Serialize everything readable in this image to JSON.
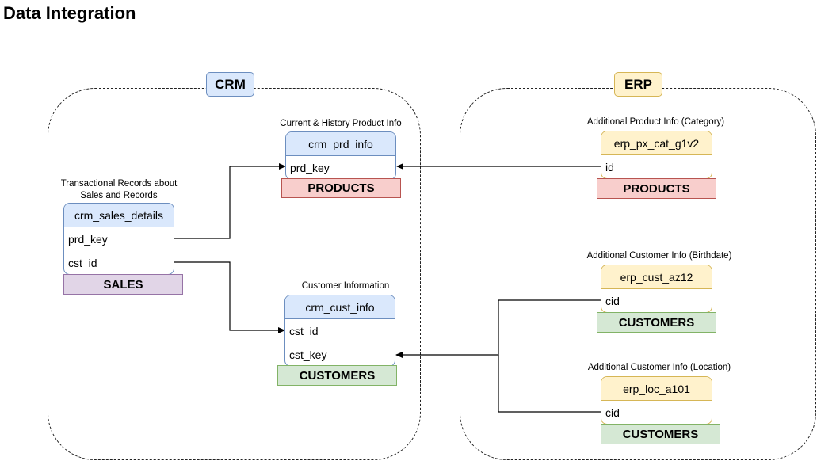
{
  "title": "Data Integration",
  "groups": {
    "crm": {
      "label": "CRM"
    },
    "erp": {
      "label": "ERP"
    }
  },
  "tables": {
    "crm_prd_info": {
      "caption": "Current & History Product Info",
      "name": "crm_prd_info",
      "fields": [
        "prd_key"
      ],
      "tag": "PRODUCTS"
    },
    "crm_sales_details": {
      "caption": "Transactional Records about Sales and Records",
      "name": "crm_sales_details",
      "fields": [
        "prd_key",
        "cst_id"
      ],
      "tag": "SALES"
    },
    "crm_cust_info": {
      "caption": "Customer Information",
      "name": "crm_cust_info",
      "fields": [
        "cst_id",
        "cst_key"
      ],
      "tag": "CUSTOMERS"
    },
    "erp_px_cat_g1v2": {
      "caption": "Additional Product Info (Category)",
      "name": "erp_px_cat_g1v2",
      "fields": [
        "id"
      ],
      "tag": "PRODUCTS"
    },
    "erp_cust_az12": {
      "caption": "Additional Customer Info (Birthdate)",
      "name": "erp_cust_az12",
      "fields": [
        "cid"
      ],
      "tag": "CUSTOMERS"
    },
    "erp_loc_a101": {
      "caption": "Additional Customer Info (Location)",
      "name": "erp_loc_a101",
      "fields": [
        "cid"
      ],
      "tag": "CUSTOMERS"
    }
  },
  "links": [
    {
      "from": "crm_sales_details.prd_key",
      "to": "crm_prd_info.prd_key"
    },
    {
      "from": "crm_sales_details.cst_id",
      "to": "crm_cust_info.cst_id"
    },
    {
      "from": "erp_px_cat_g1v2.id",
      "to": "crm_prd_info.prd_key"
    },
    {
      "from": "erp_cust_az12.cid",
      "to": "crm_cust_info.cst_key"
    },
    {
      "from": "erp_loc_a101.cid",
      "to": "crm_cust_info.cst_key"
    }
  ]
}
